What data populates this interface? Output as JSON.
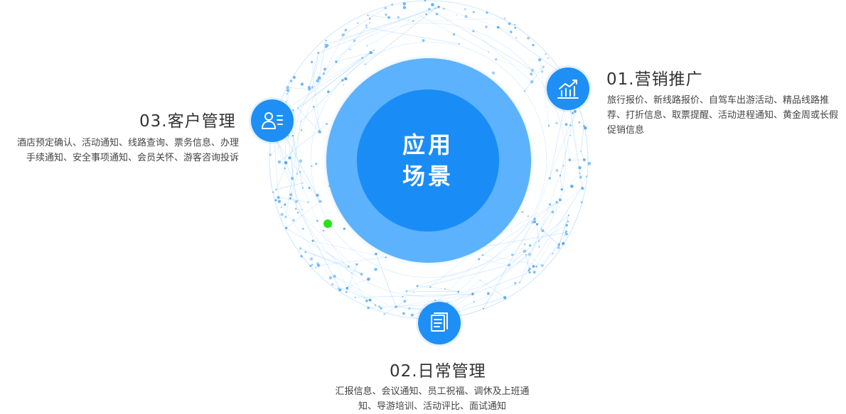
{
  "center": {
    "line1": "应用",
    "line2": "场景"
  },
  "sections": {
    "marketing": {
      "title": "01.营销推广",
      "description": "旅行报价、新线路报价、自驾车出游活动、精品线路推荐、打折信息、取票提醒、活动进程通知、黄金周或长假促销信息",
      "icon": "growth-chart-icon"
    },
    "daily": {
      "title": "02.日常管理",
      "description_line1": "汇报信息、会议通知、员工祝福、调休及上班通",
      "description_line2": "知、导游培训、活动评比、面试通知",
      "icon": "document-icon"
    },
    "customer": {
      "title": "03.客户管理",
      "description_line1": "酒店预定确认、活动通知、线路查询、票务信息、办理",
      "description_line2": "手续通知、安全事项通知、会员关怀、游客咨询投诉",
      "icon": "user-card-icon"
    }
  },
  "colors": {
    "accent": "#1a8cf6",
    "ring": "#5cb2fc",
    "network": "#8cc6fb",
    "highlight_dot": "#27e21b"
  }
}
